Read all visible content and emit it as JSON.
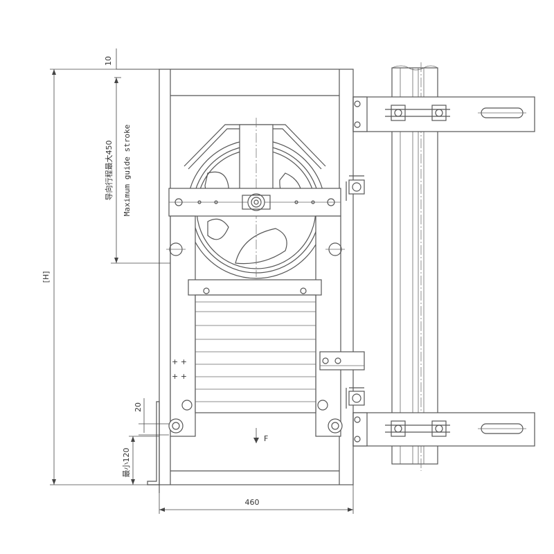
{
  "dimensions": {
    "top_gap": "10",
    "height": "[H]",
    "stroke_cn": "导向行程最大450",
    "stroke_en": "Maximum guide stroke",
    "gap_20": "20",
    "min_120": "最小120",
    "width": "460"
  },
  "force_label": "F",
  "colors": {
    "line": "#555555",
    "dimension": "#444444",
    "text": "#333333"
  }
}
